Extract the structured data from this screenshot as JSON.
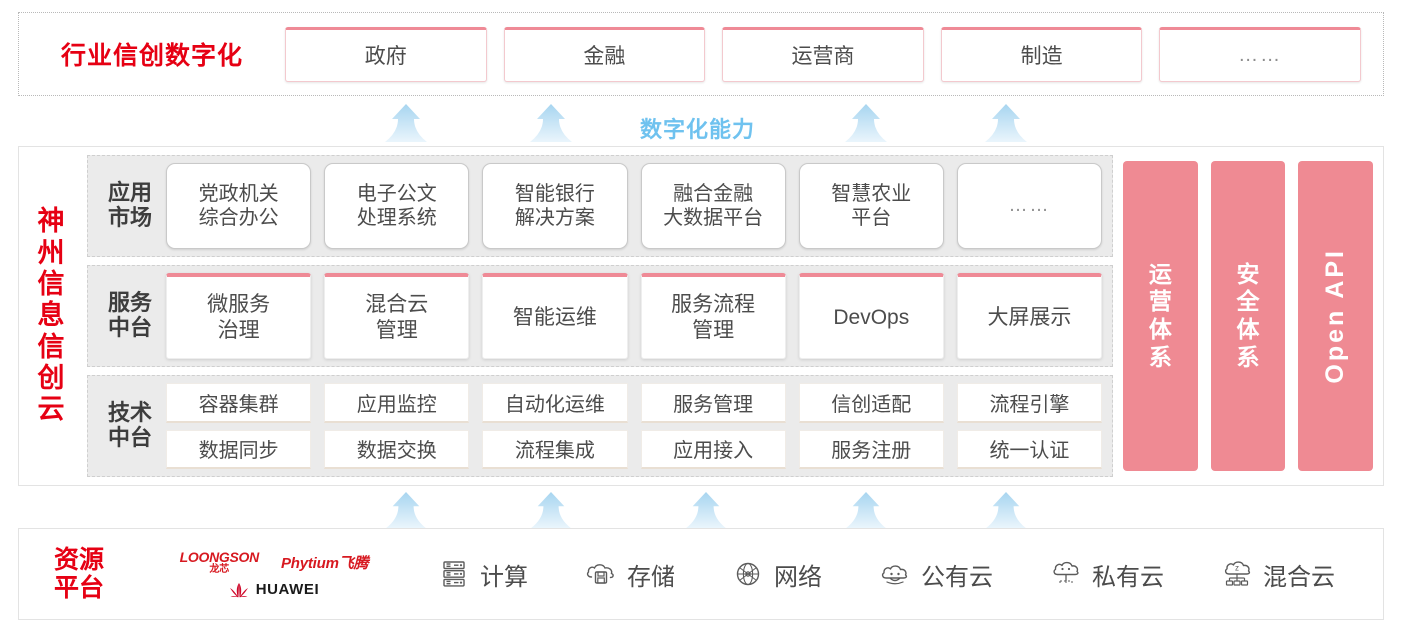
{
  "industry": {
    "title": "行业信创数字化",
    "cards": [
      "政府",
      "金融",
      "运营商",
      "制造",
      "……"
    ]
  },
  "capability": {
    "label": "数字化能力",
    "arrow_count_top": 4,
    "arrow_count_bottom": 5,
    "arrow_color": "#bfe0f5"
  },
  "cloud": {
    "vertical_title": [
      "神",
      "州",
      "信",
      "息",
      "信",
      "创",
      "云"
    ],
    "layers": [
      {
        "label": [
          "应用",
          "市场"
        ],
        "style": "app",
        "cards": [
          "党政机关\n综合办公",
          "电子公文\n处理系统",
          "智能银行\n解决方案",
          "融合金融\n大数据平台",
          "智慧农业\n平台",
          "……"
        ]
      },
      {
        "label": [
          "服务",
          "中台"
        ],
        "style": "service",
        "cards": [
          "微服务\n治理",
          "混合云\n管理",
          "智能运维",
          "服务流程\n管理",
          "DevOps",
          "大屏展示"
        ]
      },
      {
        "label": [
          "技术",
          "中台"
        ],
        "style": "tech",
        "rows": [
          [
            "容器集群",
            "应用监控",
            "自动化运维",
            "服务管理",
            "信创适配",
            "流程引擎"
          ],
          [
            "数据同步",
            "数据交换",
            "流程集成",
            "应用接入",
            "服务注册",
            "统一认证"
          ]
        ]
      }
    ],
    "pillars": [
      {
        "kind": "cjk",
        "chars": [
          "运",
          "营",
          "体",
          "系"
        ]
      },
      {
        "kind": "cjk",
        "chars": [
          "安",
          "全",
          "体",
          "系"
        ]
      },
      {
        "kind": "latin",
        "text": "Open API"
      }
    ],
    "pillar_color": "#ef8a93"
  },
  "resource": {
    "title": [
      "资源",
      "平台"
    ],
    "vendors": [
      {
        "name": "loongson",
        "en": "LOONGSON",
        "cn": "龙芯"
      },
      {
        "name": "phytium",
        "text": "Phytium飞腾"
      },
      {
        "name": "huawei",
        "text": "HUAWEI"
      }
    ],
    "items": [
      {
        "icon": "server-rack-icon",
        "label": "计算"
      },
      {
        "icon": "cloud-storage-icon",
        "label": "存储"
      },
      {
        "icon": "network-globe-icon",
        "label": "网络"
      },
      {
        "icon": "public-cloud-icon",
        "label": "公有云"
      },
      {
        "icon": "private-cloud-icon",
        "label": "私有云"
      },
      {
        "icon": "hybrid-cloud-icon",
        "label": "混合云"
      }
    ]
  },
  "colors": {
    "brand_red": "#e60013",
    "pink": "#ef8a93",
    "arrow_blue": "#bfe0f5",
    "band_gray": "#ebebeb"
  }
}
